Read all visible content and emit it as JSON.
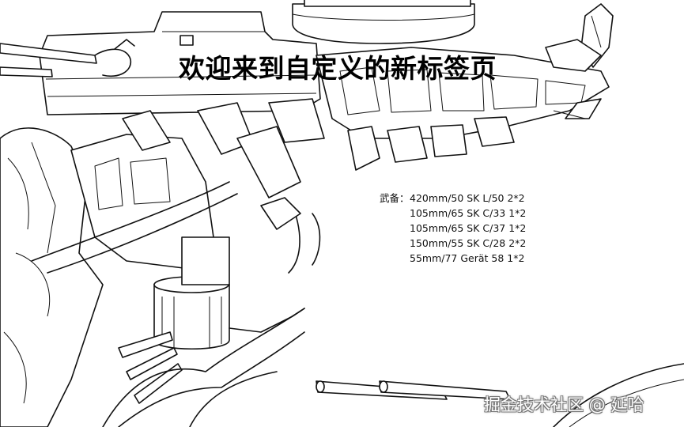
{
  "page": {
    "heading": "欢迎来到自定义的新标签页"
  },
  "armament": {
    "label": "武备：",
    "items": [
      "420mm/50 SK L/50  2*2",
      "105mm/65 SK C/33  1*2",
      "105mm/65 SK C/37  1*2",
      "150mm/55 SK C/28  2*2",
      "55mm/77 Gerät 58  1*2"
    ]
  },
  "watermark": {
    "text": "掘金技术社区 @ 延哈"
  },
  "background": {
    "illustration": "mecha-ship-lineart",
    "line_color": "#111111",
    "fill_color": "#ffffff"
  }
}
